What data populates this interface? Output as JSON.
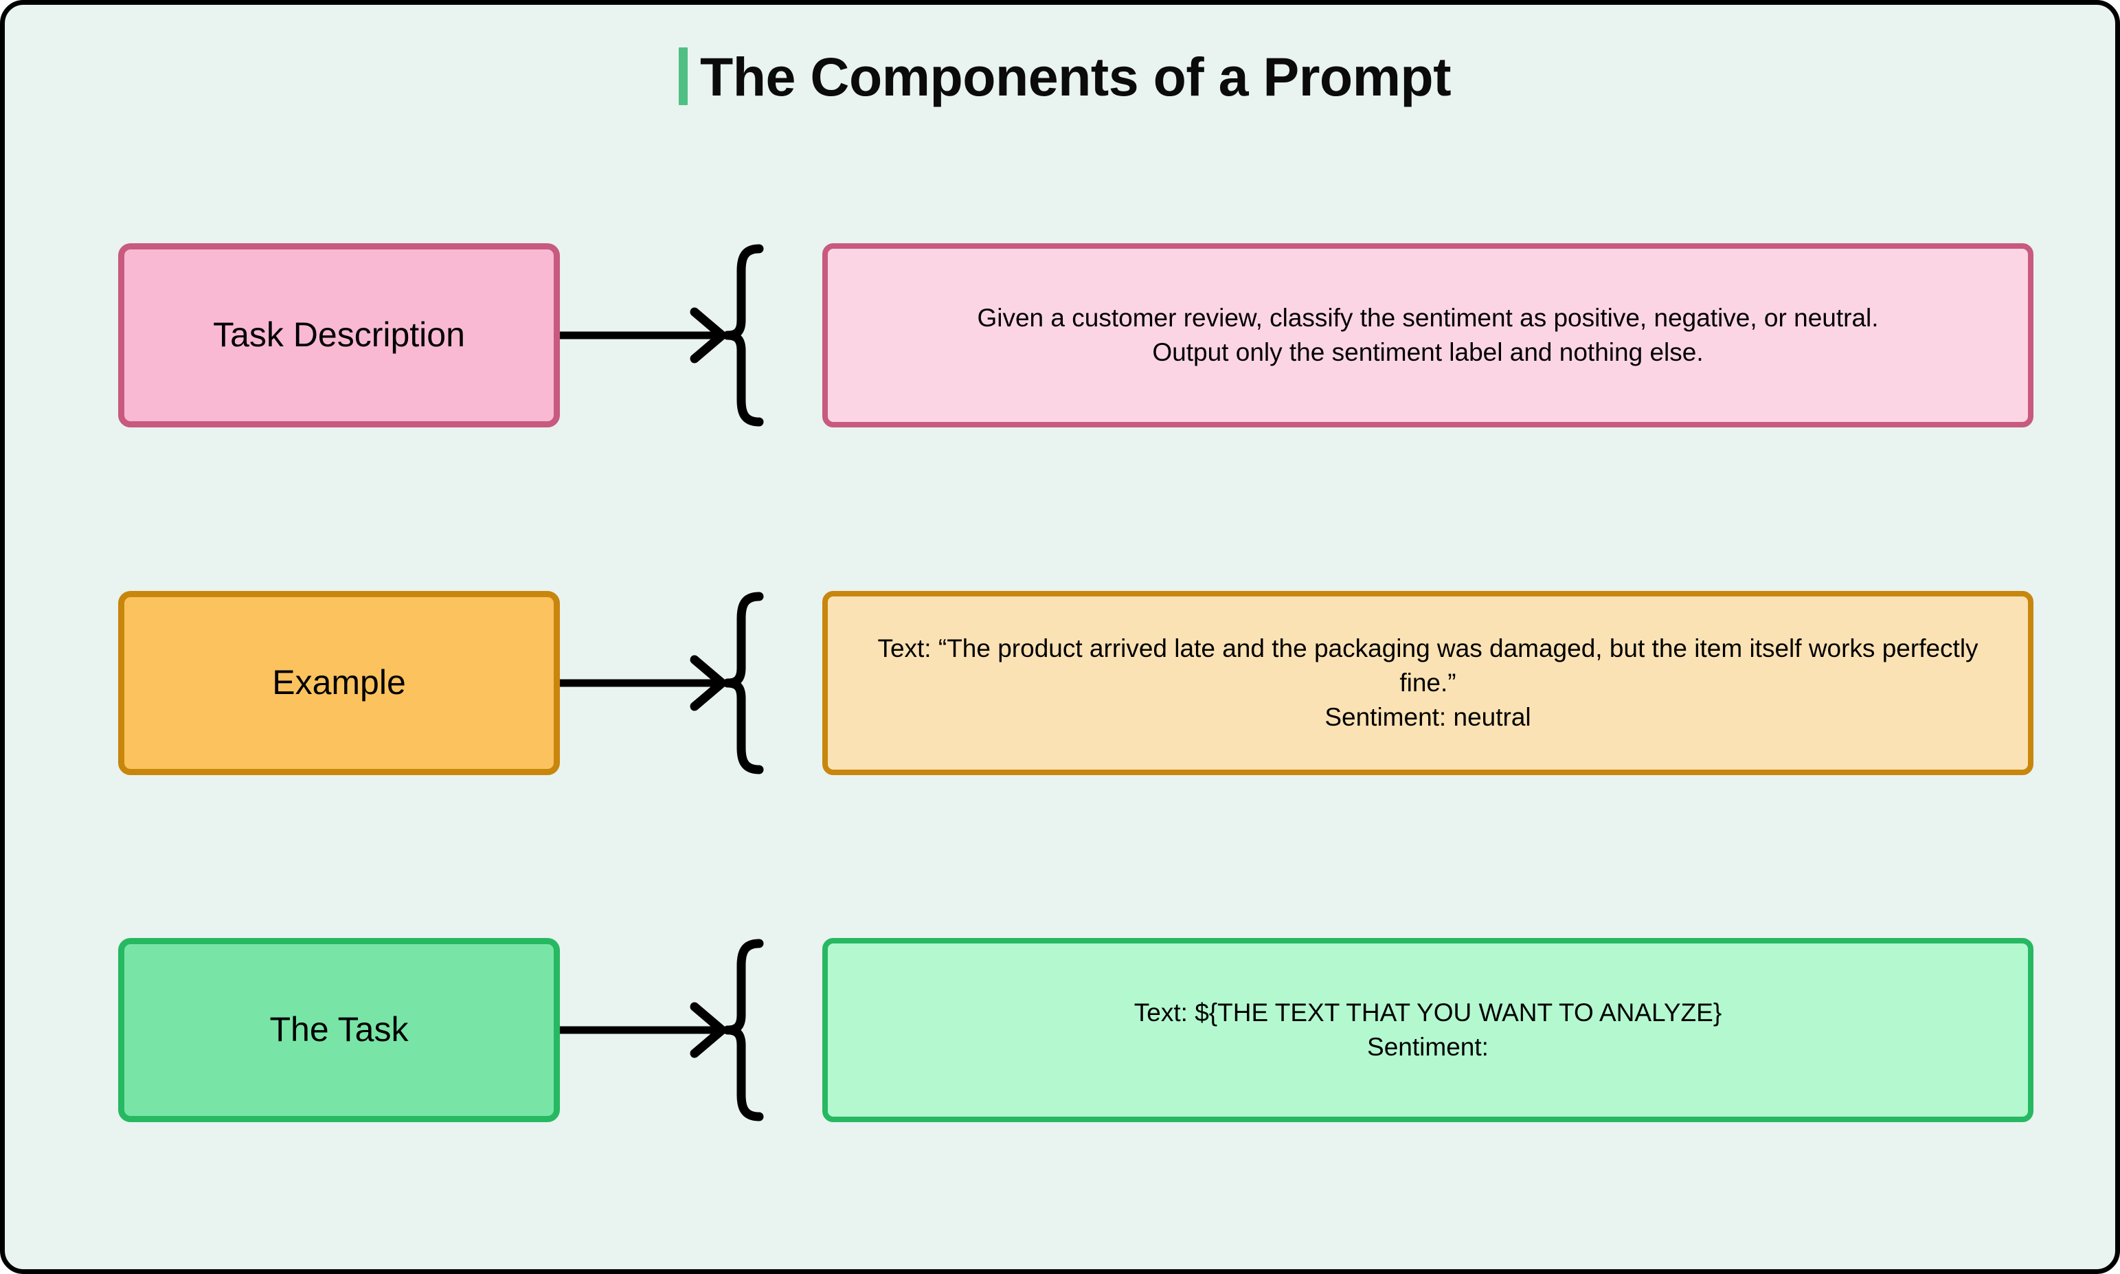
{
  "title": {
    "text": "The Components of a Prompt",
    "accent_color": "#4FBF84"
  },
  "canvas": {
    "background_color": "#E9F3F0",
    "border_color": "#000000"
  },
  "connector": {
    "icon": "arrow-right-into-brace",
    "arrow_color": "#000000",
    "brace_glyph": "{"
  },
  "rows": [
    {
      "label": "Task Description",
      "label_fill": "#F9B9D3",
      "label_border": "#C75A7E",
      "content": "Given a customer review, classify the sentiment as positive, negative, or neutral.\nOutput only the sentiment label and nothing else.",
      "content_fill": "#FCD5E5",
      "content_border": "#C75A7E"
    },
    {
      "label": "Example",
      "label_fill": "#FBC25E",
      "label_border": "#C8860D",
      "content": "Text: “The product arrived late and the packaging was damaged, but the item itself works perfectly fine.”\nSentiment: neutral",
      "content_fill": "#FBE2B4",
      "content_border": "#C8860D"
    },
    {
      "label": "The Task",
      "label_fill": "#78E5A7",
      "label_border": "#27B862",
      "content": "Text: ${THE TEXT THAT YOU WANT TO ANALYZE}\nSentiment:",
      "content_fill": "#B4F8D0",
      "content_border": "#27B862"
    }
  ]
}
